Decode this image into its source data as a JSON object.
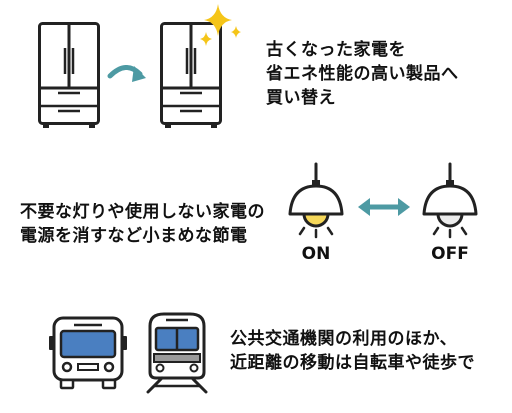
{
  "row1": {
    "lines": [
      "古くなった家電を",
      "省エネ性能の高い製品へ",
      "買い替え"
    ]
  },
  "row2": {
    "lines": [
      "不要な灯りや使用しない家電の",
      "電源を消すなど小まめな節電"
    ],
    "lamp_on_label": "ON",
    "lamp_off_label": "OFF"
  },
  "row3": {
    "lines": [
      "公共交通機関の利用のほか、",
      "近距離の移動は自転車や徒歩で"
    ]
  },
  "colors": {
    "arrow": "#4d9aa3",
    "sparkle": "#f5c518",
    "lamp_glow": "#f6d85a",
    "window": "#4a7fc1",
    "outline": "#222222"
  },
  "icons": [
    "refrigerator-old-icon",
    "arrow-right-icon",
    "refrigerator-new-icon",
    "sparkle-icon",
    "lamp-on-icon",
    "swap-arrows-icon",
    "lamp-off-icon",
    "bus-icon",
    "train-icon"
  ]
}
